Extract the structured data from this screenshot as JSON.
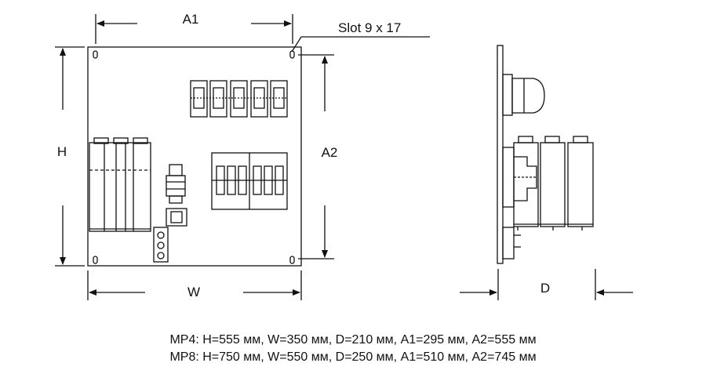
{
  "labels": {
    "a1": "A1",
    "a2": "A2",
    "h": "H",
    "w": "W",
    "d": "D",
    "slot": "Slot 9 x 17"
  },
  "specs": [
    "MP4: H=555 мм, W=350 мм, D=210 мм, A1=295 мм, A2=555 мм",
    "MP8: H=750 мм, W=550 мм, D=250 мм, A1=510 мм, A2=745 мм"
  ],
  "colors": {
    "line": "#111111",
    "background": "#ffffff"
  }
}
